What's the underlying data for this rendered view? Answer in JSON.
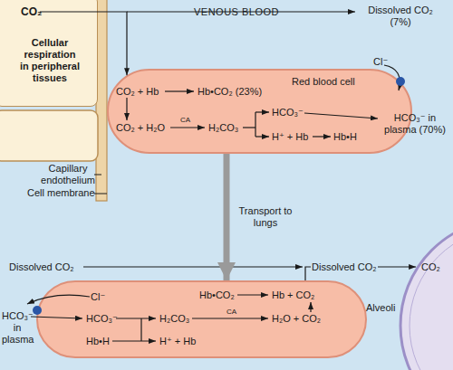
{
  "diagram": {
    "nodes": [
      {
        "text": [
          "CO₂",
          "Cellular respiration in peripheral tissues"
        ]
      },
      {
        "text": [
          "Red blood cell",
          "CO₂ + Hb",
          "Hb•CO₂ (23%)",
          "CO₂ + H₂O",
          "CA",
          "H₂CO₃",
          "HCO₃⁻",
          "H⁺ + Hb",
          "Hb•H"
        ]
      },
      {
        "text": [
          "Hb•CO₂",
          "Hb + CO₂",
          "HCO₃⁻",
          "H₂CO₃",
          "CA",
          "H₂O + CO₂",
          "Hb•H",
          "H⁺ + Hb"
        ]
      },
      {
        "text": [
          "Alveoli"
        ]
      }
    ],
    "edges": [
      {
        "from": 0,
        "to": 1,
        "arrow": "to"
      },
      {
        "from": 1,
        "to": 2,
        "arrow": "to",
        "label": "Transport to lungs"
      },
      {
        "from": 2,
        "to": 3,
        "arrow": "to"
      }
    ],
    "labels": [
      "VENOUS BLOOD",
      "Dissolved CO₂ (7%)",
      "Cl⁻",
      "HCO₃⁻ in plasma (70%)",
      "Capillary endothelium",
      "Cell membrane",
      "Dissolved CO₂",
      "Dissolved CO₂",
      "CO₂",
      "Cl⁻",
      "HCO₃⁻ in plasma"
    ]
  }
}
